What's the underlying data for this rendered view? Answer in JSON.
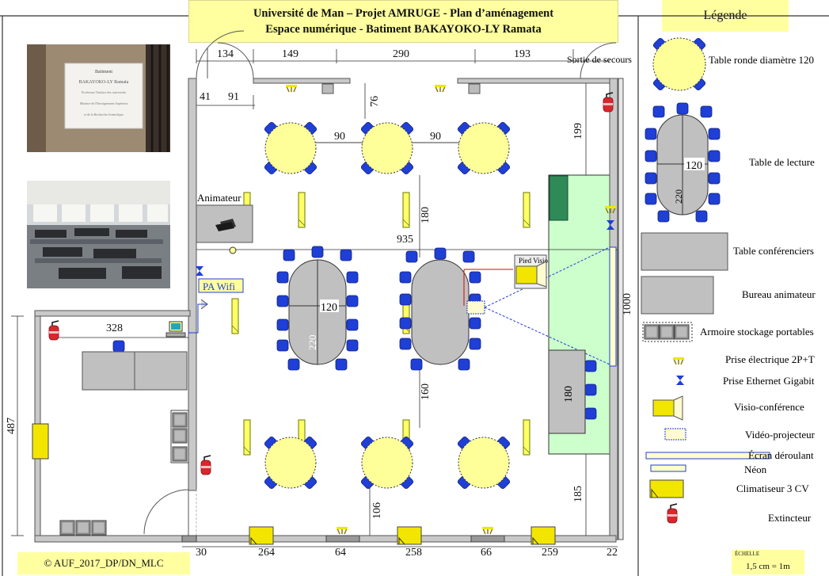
{
  "title": {
    "line1": "Université de Man – Projet AMRUGE - Plan d’aménagement",
    "line2": "Espace  numérique - Batiment BAKAYOKO-LY Ramata"
  },
  "legend": {
    "heading": "Légende",
    "items": [
      "Table ronde diamètre 120",
      "Table de lecture",
      "Table conférenciers",
      "Bureau animateur",
      "Armoire stockage portables",
      "Prise électrique 2P+T",
      "Prise Ethernet Gigabit",
      "Visio-conférence",
      "Vidéo-projecteur",
      "Écran déroulant",
      "Néon",
      "Climatiseur 3 CV",
      "Extincteur"
    ],
    "reading_table_dims": [
      "120",
      "220"
    ]
  },
  "plan": {
    "labels": {
      "exit": "Sortie de secours",
      "animator": "Animateur",
      "wifi": "PA Wifi",
      "visio": "Pied Visio"
    },
    "top_dims": [
      "134",
      "149",
      "290",
      "193"
    ],
    "left_dims": [
      "41",
      "91"
    ],
    "inner_dims": {
      "d76": "76",
      "gap1": "90",
      "gap2": "90",
      "d199": "199",
      "d180": "180",
      "width": "935",
      "t120": "120",
      "t220": "220",
      "d160": "160",
      "d1000": "1000",
      "conf180": "180",
      "d185": "185",
      "d106": "106",
      "annex328": "328",
      "annex487": "487"
    },
    "bottom_dims": [
      "30",
      "264",
      "64",
      "258",
      "66",
      "259",
      "22"
    ]
  },
  "photos": {
    "sign_title": "Batiment",
    "sign_name": "BAKAYOKO-LY Ramata",
    "sign_line1": "Professeur Titulaire des universités",
    "sign_line2": "Ministre de l'Enseignement Supérieur",
    "sign_line3": "et de la Recherche Scientifique"
  },
  "footer": {
    "copyright": "© AUF_2017_DP/DN_MLC",
    "scale_label": "ÉCHELLE",
    "scale_value": "1,5 cm = 1m"
  },
  "colors": {
    "yellow_note": "#ffffa0",
    "round_table": "#ffff99",
    "chair": "#1f3fd6",
    "gray_table": "#c0c0c0",
    "conference_zone": "#ccffcc",
    "extinguisher": "#d9272e",
    "neon": "#ffff66",
    "air_conditioner": "#f2e600"
  },
  "icons": [
    "chair-icon",
    "round-table-icon",
    "neon-icon",
    "ethernet-icon",
    "power-socket-icon",
    "extinguisher-icon",
    "air-conditioner-icon",
    "laptop-icon",
    "computer-icon",
    "projector-icon",
    "visio-icon",
    "screen-icon"
  ]
}
